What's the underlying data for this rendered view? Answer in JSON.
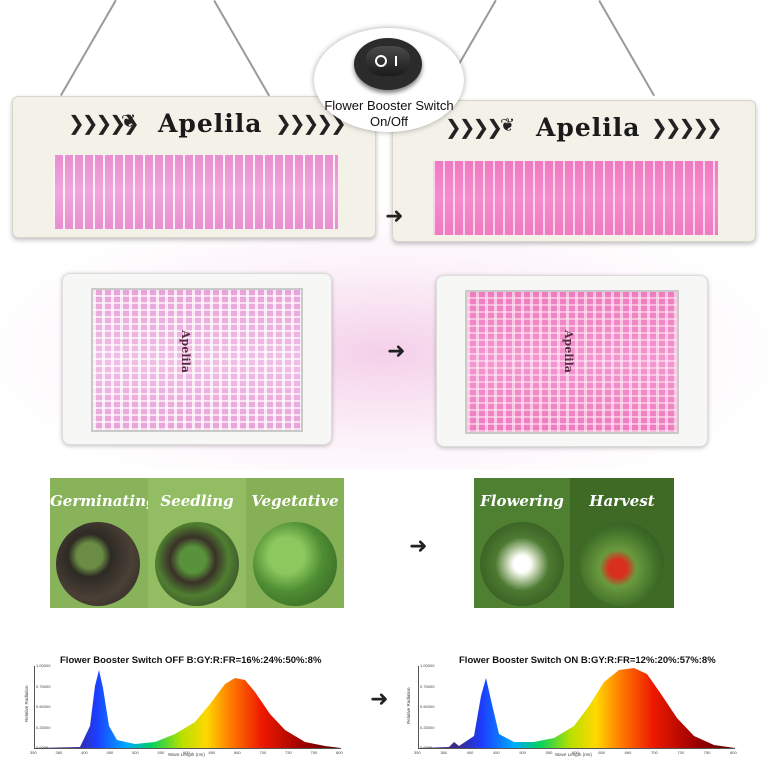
{
  "brand": "Apelila",
  "switch_callout": {
    "line1": "Flower Booster Switch",
    "line2": "On/Off"
  },
  "stages_left": [
    {
      "label": "Germinating",
      "color": "#89b35a"
    },
    {
      "label": "Seedling",
      "color": "#93bd62"
    },
    {
      "label": "Vegetative",
      "color": "#86b055"
    }
  ],
  "stages_right": [
    {
      "label": "Flowering",
      "color": "#4f7f31"
    },
    {
      "label": "Harvest",
      "color": "#3f6a26"
    }
  ],
  "spectrum_off": {
    "title": "Flower Booster Switch OFF B:GY:R:FR=16%:24%:50%:8%",
    "xlabel": "Wave Length (nm)",
    "ylabel": "Relative Radiation",
    "x_ticks": [
      "350",
      "380",
      "400",
      "450",
      "500",
      "550",
      "600",
      "650",
      "660",
      "700",
      "730",
      "750",
      "800"
    ],
    "y_ticks": [
      "0.0000",
      "0.25000",
      "0.50000",
      "0.75000",
      "1.00000"
    ]
  },
  "spectrum_on": {
    "title": "Flower Booster Switch ON B:GY:R:FR=12%:20%:57%:8%",
    "xlabel": "Wave Length (nm)",
    "ylabel": "Relative Radiation",
    "x_ticks": [
      "350",
      "380",
      "400",
      "450",
      "500",
      "550",
      "600",
      "650",
      "660",
      "700",
      "730",
      "750",
      "800"
    ],
    "y_ticks": [
      "0.0000",
      "0.25000",
      "0.50000",
      "0.75000",
      "1.00000"
    ]
  },
  "colors": {
    "led_pink": "#f0a6dc",
    "panel_white": "#f3f1e8",
    "stage_green": "#89b35a",
    "stage_dark_green": "#4f7f31"
  },
  "icons": [
    "leaf-icon",
    "chevron-icon",
    "arrow-right-icon",
    "rocker-switch-icon"
  ]
}
